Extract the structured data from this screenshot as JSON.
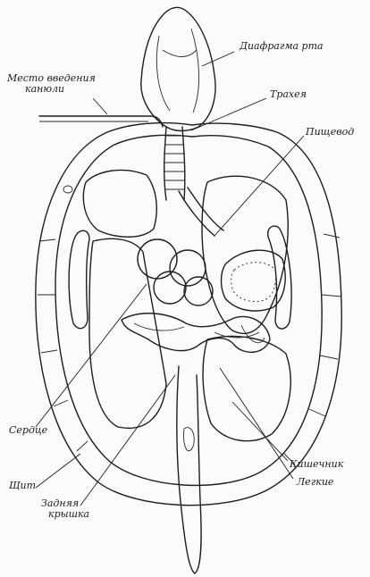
{
  "labels": {
    "mouth_diaphragm": "Диафрагма рта",
    "cannula_place_1": "Место введения",
    "cannula_place_2": "канюли",
    "trachea": "Трахея",
    "esophagus": "Пищевод",
    "heart": "Сердце",
    "shield": "Щит",
    "back_cap_1": "Задняя",
    "back_cap_2": "крышка",
    "intestine": "Кишечник",
    "lungs": "Легкие"
  }
}
